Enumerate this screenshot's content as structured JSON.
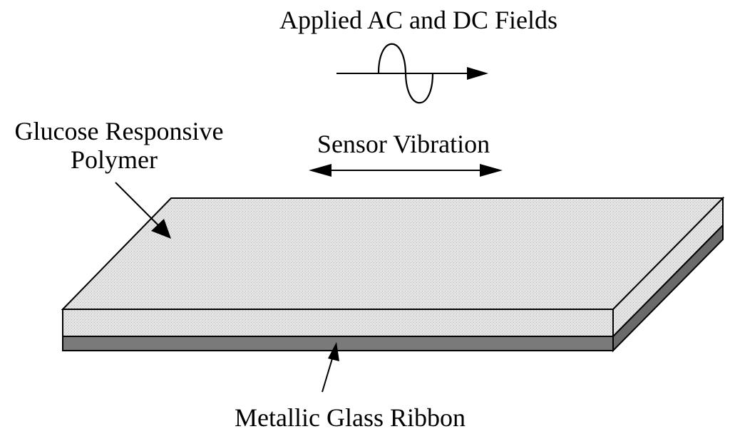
{
  "labels": {
    "fields": "Applied AC and DC Fields",
    "vibration": "Sensor Vibration",
    "polymer_line1": "Glucose Responsive",
    "polymer_line2": "Polymer",
    "ribbon": "Metallic Glass Ribbon"
  },
  "colors": {
    "polymer": "#e2e2e2",
    "ribbon": "#7a7a7a",
    "ribbon_side": "#6a6a6a",
    "stroke": "#000000"
  }
}
